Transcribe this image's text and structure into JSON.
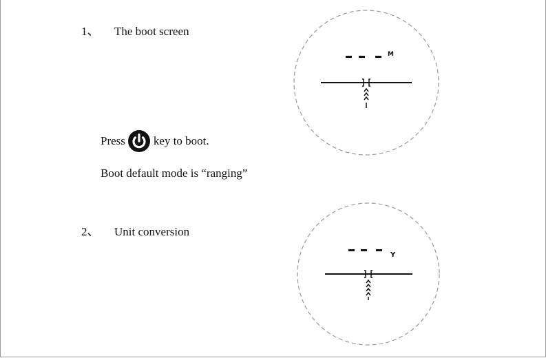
{
  "sections": [
    {
      "number": "1、",
      "title": "The boot screen"
    },
    {
      "number": "2、",
      "title": "Unit conversion"
    }
  ],
  "boot": {
    "press_prefix": "Press",
    "press_suffix": "key to boot.",
    "key_icon": "power-icon",
    "default_mode": "Boot default mode is “ranging”"
  },
  "displays": [
    {
      "readout": "- - -",
      "unit": "M"
    },
    {
      "readout": "- - -",
      "unit": "Y"
    }
  ],
  "colors": {
    "text": "#111111",
    "circle": "#9a9a9a",
    "reticle": "#111111"
  }
}
